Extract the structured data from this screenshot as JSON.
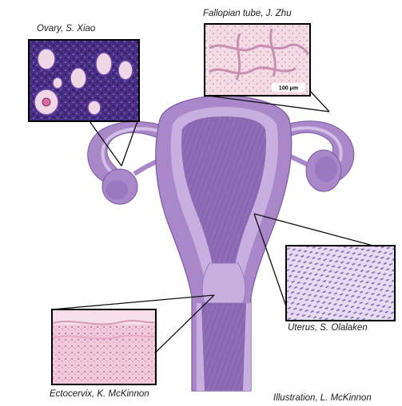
{
  "labels": {
    "ovary": "Ovary, S. Xiao",
    "fallopian": "Fallopian tube, J. Zhu",
    "uterus": "Uterus, S. Olalaken",
    "ectocervix": "Ectocervix, K. McKinnon",
    "illustration": "Illustration, L. McKinnon"
  },
  "scale_bar": "100 μm",
  "colors": {
    "body_fill": "#a987c9",
    "body_dark": "#8d6ab3",
    "body_light": "#c7b0e0",
    "outline": "#7b5aa5",
    "tissue_purple": "#5b3f95",
    "tissue_pink": "#f2c4d6"
  }
}
